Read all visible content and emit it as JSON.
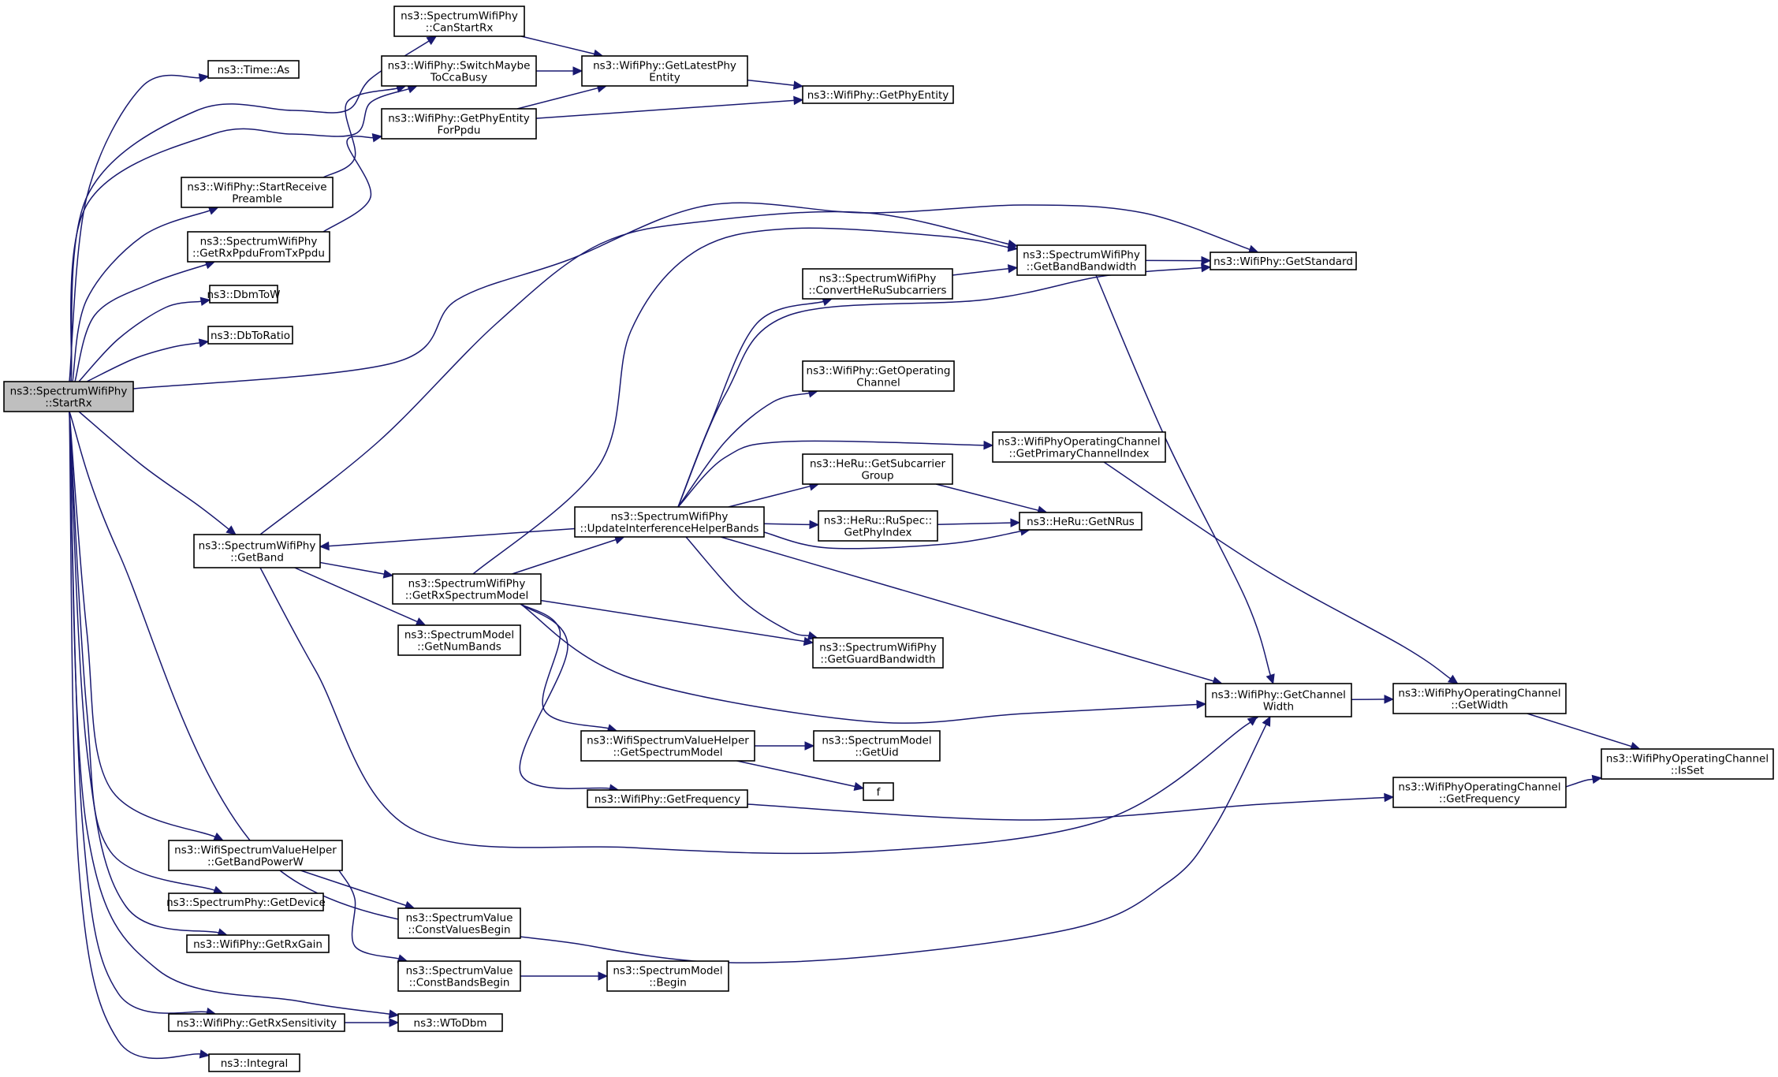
{
  "nodes": [
    {
      "id": "StartRx",
      "lines": [
        "ns3::SpectrumWifiPhy",
        "::StartRx"
      ],
      "root": true
    },
    {
      "id": "CanStartRx",
      "lines": [
        "ns3::SpectrumWifiPhy",
        "::CanStartRx"
      ]
    },
    {
      "id": "TimeAs",
      "lines": [
        "ns3::Time::As"
      ]
    },
    {
      "id": "SwitchMaybe",
      "lines": [
        "ns3::WifiPhy::SwitchMaybe",
        "ToCcaBusy"
      ]
    },
    {
      "id": "GetPhyEntityForPpdu",
      "lines": [
        "ns3::WifiPhy::GetPhyEntity",
        "ForPpdu"
      ]
    },
    {
      "id": "GetLatestPhyEntity",
      "lines": [
        "ns3::WifiPhy::GetLatestPhy",
        "Entity"
      ]
    },
    {
      "id": "GetPhyEntity",
      "lines": [
        "ns3::WifiPhy::GetPhyEntity"
      ]
    },
    {
      "id": "StartReceivePreamble",
      "lines": [
        "ns3::WifiPhy::StartReceive",
        "Preamble"
      ]
    },
    {
      "id": "GetRxPpduFromTxPpdu",
      "lines": [
        "ns3::SpectrumWifiPhy",
        "::GetRxPpduFromTxPpdu"
      ]
    },
    {
      "id": "DbmToW",
      "lines": [
        "ns3::DbmToW"
      ]
    },
    {
      "id": "DbToRatio",
      "lines": [
        "ns3::DbToRatio"
      ]
    },
    {
      "id": "GetBandBandwidth",
      "lines": [
        "ns3::SpectrumWifiPhy",
        "::GetBandBandwidth"
      ]
    },
    {
      "id": "GetStandard",
      "lines": [
        "ns3::WifiPhy::GetStandard"
      ]
    },
    {
      "id": "ConvertHeRu",
      "lines": [
        "ns3::SpectrumWifiPhy",
        "::ConvertHeRuSubcarriers"
      ]
    },
    {
      "id": "GetOperatingChannel",
      "lines": [
        "ns3::WifiPhy::GetOperating",
        "Channel"
      ]
    },
    {
      "id": "GetPrimaryChannelIndex",
      "lines": [
        "ns3::WifiPhyOperatingChannel",
        "::GetPrimaryChannelIndex"
      ]
    },
    {
      "id": "GetSubcarrierGroup",
      "lines": [
        "ns3::HeRu::GetSubcarrier",
        "Group"
      ]
    },
    {
      "id": "UpdateInterference",
      "lines": [
        "ns3::SpectrumWifiPhy",
        "::UpdateInterferenceHelperBands"
      ]
    },
    {
      "id": "RuSpecGetPhyIndex",
      "lines": [
        "ns3::HeRu::RuSpec::",
        "GetPhyIndex"
      ]
    },
    {
      "id": "GetNRus",
      "lines": [
        "ns3::HeRu::GetNRus"
      ]
    },
    {
      "id": "GetBand",
      "lines": [
        "ns3::SpectrumWifiPhy",
        "::GetBand"
      ]
    },
    {
      "id": "GetRxSpectrumModel",
      "lines": [
        "ns3::SpectrumWifiPhy",
        "::GetRxSpectrumModel"
      ]
    },
    {
      "id": "GetNumBands",
      "lines": [
        "ns3::SpectrumModel",
        "::GetNumBands"
      ]
    },
    {
      "id": "GetGuardBandwidth",
      "lines": [
        "ns3::SpectrumWifiPhy",
        "::GetGuardBandwidth"
      ]
    },
    {
      "id": "GetChannelWidth",
      "lines": [
        "ns3::WifiPhy::GetChannel",
        "Width"
      ]
    },
    {
      "id": "OpGetWidth",
      "lines": [
        "ns3::WifiPhyOperatingChannel",
        "::GetWidth"
      ]
    },
    {
      "id": "IsSet",
      "lines": [
        "ns3::WifiPhyOperatingChannel",
        "::IsSet"
      ]
    },
    {
      "id": "WsvhGetSpectrumModel",
      "lines": [
        "ns3::WifiSpectrumValueHelper",
        "::GetSpectrumModel"
      ]
    },
    {
      "id": "GetUid",
      "lines": [
        "ns3::SpectrumModel",
        "::GetUid"
      ]
    },
    {
      "id": "F",
      "lines": [
        "f"
      ]
    },
    {
      "id": "GetFrequency",
      "lines": [
        "ns3::WifiPhy::GetFrequency"
      ]
    },
    {
      "id": "OpGetFrequency",
      "lines": [
        "ns3::WifiPhyOperatingChannel",
        "::GetFrequency"
      ]
    },
    {
      "id": "GetBandPowerW",
      "lines": [
        "ns3::WifiSpectrumValueHelper",
        "::GetBandPowerW"
      ]
    },
    {
      "id": "GetDevice",
      "lines": [
        "ns3::SpectrumPhy::GetDevice"
      ]
    },
    {
      "id": "ConstValuesBegin",
      "lines": [
        "ns3::SpectrumValue",
        "::ConstValuesBegin"
      ]
    },
    {
      "id": "GetRxGain",
      "lines": [
        "ns3::WifiPhy::GetRxGain"
      ]
    },
    {
      "id": "ConstBandsBegin",
      "lines": [
        "ns3::SpectrumValue",
        "::ConstBandsBegin"
      ]
    },
    {
      "id": "SpectrumModelBegin",
      "lines": [
        "ns3::SpectrumModel",
        "::Begin"
      ]
    },
    {
      "id": "GetRxSensitivity",
      "lines": [
        "ns3::WifiPhy::GetRxSensitivity"
      ]
    },
    {
      "id": "WToDbm",
      "lines": [
        "ns3::WToDbm"
      ]
    },
    {
      "id": "Integral",
      "lines": [
        "ns3::Integral"
      ]
    }
  ],
  "edges": [
    [
      "StartRx",
      "CanStartRx"
    ],
    [
      "StartRx",
      "TimeAs"
    ],
    [
      "StartRx",
      "SwitchMaybe"
    ],
    [
      "StartRx",
      "StartReceivePreamble"
    ],
    [
      "StartRx",
      "GetRxPpduFromTxPpdu"
    ],
    [
      "StartRx",
      "DbmToW"
    ],
    [
      "StartRx",
      "DbToRatio"
    ],
    [
      "StartRx",
      "GetStandard"
    ],
    [
      "StartRx",
      "GetBand"
    ],
    [
      "StartRx",
      "GetChannelWidth"
    ],
    [
      "StartRx",
      "GetBandPowerW"
    ],
    [
      "StartRx",
      "GetDevice"
    ],
    [
      "StartRx",
      "GetRxGain"
    ],
    [
      "StartRx",
      "WToDbm"
    ],
    [
      "StartRx",
      "GetRxSensitivity"
    ],
    [
      "StartRx",
      "Integral"
    ],
    [
      "CanStartRx",
      "GetLatestPhyEntity"
    ],
    [
      "SwitchMaybe",
      "GetLatestPhyEntity"
    ],
    [
      "GetPhyEntityForPpdu",
      "GetLatestPhyEntity"
    ],
    [
      "GetPhyEntityForPpdu",
      "GetPhyEntity"
    ],
    [
      "GetLatestPhyEntity",
      "GetPhyEntity"
    ],
    [
      "StartReceivePreamble",
      "SwitchMaybe"
    ],
    [
      "GetRxPpduFromTxPpdu",
      "GetPhyEntityForPpdu"
    ],
    [
      "GetBandBandwidth",
      "GetStandard"
    ],
    [
      "GetBandBandwidth",
      "GetChannelWidth"
    ],
    [
      "ConvertHeRu",
      "GetBandBandwidth"
    ],
    [
      "GetPrimaryChannelIndex",
      "OpGetWidth"
    ],
    [
      "GetSubcarrierGroup",
      "GetNRus"
    ],
    [
      "RuSpecGetPhyIndex",
      "GetNRus"
    ],
    [
      "UpdateInterference",
      "ConvertHeRu"
    ],
    [
      "UpdateInterference",
      "GetStandard"
    ],
    [
      "UpdateInterference",
      "GetOperatingChannel"
    ],
    [
      "UpdateInterference",
      "GetPrimaryChannelIndex"
    ],
    [
      "UpdateInterference",
      "GetSubcarrierGroup"
    ],
    [
      "UpdateInterference",
      "RuSpecGetPhyIndex"
    ],
    [
      "UpdateInterference",
      "GetNRus"
    ],
    [
      "UpdateInterference",
      "GetBand"
    ],
    [
      "UpdateInterference",
      "GetGuardBandwidth"
    ],
    [
      "UpdateInterference",
      "GetChannelWidth"
    ],
    [
      "GetBand",
      "GetBandBandwidth"
    ],
    [
      "GetBand",
      "GetRxSpectrumModel"
    ],
    [
      "GetBand",
      "GetNumBands"
    ],
    [
      "GetBand",
      "GetChannelWidth"
    ],
    [
      "GetRxSpectrumModel",
      "GetBandBandwidth"
    ],
    [
      "GetRxSpectrumModel",
      "UpdateInterference"
    ],
    [
      "GetRxSpectrumModel",
      "GetGuardBandwidth"
    ],
    [
      "GetRxSpectrumModel",
      "GetChannelWidth"
    ],
    [
      "GetRxSpectrumModel",
      "WsvhGetSpectrumModel"
    ],
    [
      "GetRxSpectrumModel",
      "GetFrequency"
    ],
    [
      "GetChannelWidth",
      "OpGetWidth"
    ],
    [
      "OpGetWidth",
      "IsSet"
    ],
    [
      "WsvhGetSpectrumModel",
      "GetUid"
    ],
    [
      "WsvhGetSpectrumModel",
      "F"
    ],
    [
      "GetFrequency",
      "OpGetFrequency"
    ],
    [
      "OpGetFrequency",
      "IsSet"
    ],
    [
      "GetBandPowerW",
      "ConstValuesBegin"
    ],
    [
      "GetBandPowerW",
      "ConstBandsBegin"
    ],
    [
      "ConstBandsBegin",
      "SpectrumModelBegin"
    ],
    [
      "GetRxSensitivity",
      "WToDbm"
    ]
  ]
}
